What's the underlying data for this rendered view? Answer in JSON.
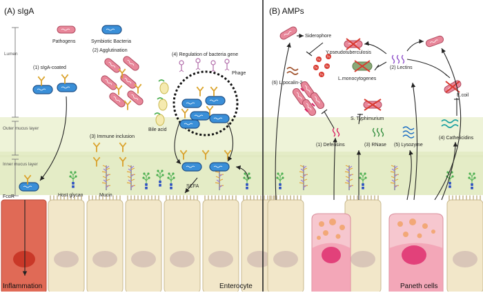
{
  "panel_a": {
    "title": "(A) sIgA",
    "legend_pathogens": "Pathogens",
    "legend_symbiotic": "Symbiotic Bacteria",
    "agglutination": "(2) Agglutination",
    "siga_coated": "(1) sIgA-coated",
    "regulation": "(4) Regulation of bacteria gene",
    "phage": "Phage",
    "bile_acid": "Bile acid",
    "immune_inclusion": "(3) Immune inclusion",
    "scfa": "SCFA",
    "host_glycan": "Host glycan",
    "mucin": "Mucin",
    "fcar": "FcαR",
    "inflammation": "Inflammation",
    "enterocyte": "Enterocyte"
  },
  "layers": {
    "lumen": "Lumen",
    "outer_mucus": "Outer mucus layer",
    "inner_mucus": "Inner mucus layer"
  },
  "panel_b": {
    "title": "(B) AMPs",
    "siderophore": "Siderophore",
    "y_pseudo": "Y.pseudotuberculosis",
    "l_mono": "L.monocytogenes",
    "lectins": "(2) Lectins",
    "lipocalin": "(6) Lipocalin-2",
    "s_typhimurium": "S. Typhimurium",
    "ecoil": "E.coil",
    "defensins": "(1) Defensins",
    "rnase": "(3) RNase",
    "lysozyme": "(5) Lysozyme",
    "cathelicidins": "(4) Cathelicidins",
    "paneth": "Paneth cells",
    "fe": "Fe"
  },
  "colors": {
    "pathogen": "#e8879a",
    "symbiotic": "#3a8fd8",
    "mucus_outer": "#eef3d8",
    "mucus_inner": "#e4ecc6",
    "cell": "#f2e7c9",
    "nucleus": "#d9c6b8",
    "inflamed": "#e06a56",
    "paneth": "#f4a6b5",
    "iron": "#d8392f"
  },
  "icons": [
    "antibody-y-icon",
    "mucin-strand-icon",
    "glycan-icon",
    "phage-icon",
    "iron-fe-icon",
    "defensin-squiggle-icon",
    "rnase-squiggle-icon",
    "lysozyme-squiggle-icon",
    "lectin-squiggle-icon",
    "cathelicidin-wave-icon",
    "bile-acid-icon"
  ]
}
